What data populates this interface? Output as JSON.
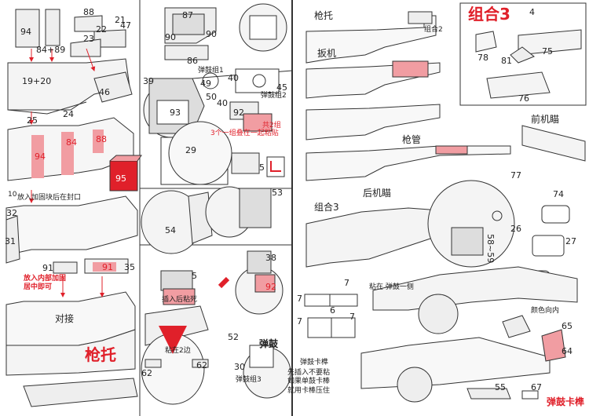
{
  "labels": {
    "p94": "94",
    "p84_89": "84+89",
    "p88": "88",
    "p21": "21",
    "p23": "23",
    "p22": "22",
    "p47": "47",
    "p19_20": "19+20",
    "p46": "46",
    "p25": "25",
    "p24": "24",
    "p94r": "94",
    "p84r": "84",
    "p88r": "88",
    "p95": "95",
    "note_fold_block": "放入加固块后在封口",
    "p32": "32",
    "p31": "31",
    "p91": "91",
    "p91r": "91",
    "p35": "35",
    "note_center_red": "放入内部加固\n居中即可",
    "note_join": "对接",
    "title_stock": "枪托",
    "p87": "87",
    "p90a": "90",
    "p90b": "90",
    "p86": "86",
    "p39": "39",
    "p93": "93",
    "p29": "29",
    "drum_group1": "弹鼓组1",
    "p49": "49",
    "p50": "50",
    "p40a": "40",
    "p40b": "40",
    "p45": "45",
    "drum_group2": "弹鼓组2",
    "p92a": "92",
    "total2": "共2组",
    "note_stack3": "3个一组叠在一起粘贴",
    "p5a": "5",
    "p54": "54",
    "p53": "53",
    "p5b": "5",
    "note_insert_tight": "插入后粘死",
    "p38": "38",
    "p92b": "92",
    "p52": "52",
    "title_drum": "弹鼓",
    "note_stick_sides": "粘在2边",
    "p62a": "62",
    "p62b": "62",
    "p30": "30",
    "drum_group3": "弹鼓组3",
    "label_stock": "枪托",
    "group2": "组合2",
    "label_trigger": "扳机",
    "label_barrel": "枪管",
    "label_rear_sight": "后机瞄",
    "label_group3": "组合3",
    "title_group3": "组合3",
    "p4": "4",
    "p78": "78",
    "p81": "81",
    "p75": "75",
    "p76": "76",
    "label_front_sight": "前机瞄",
    "p77": "77",
    "p26": "26",
    "p58_59": "58~59",
    "p74": "74",
    "p27": "27",
    "p7a": "7",
    "p7b": "7",
    "p6": "6",
    "p7c": "7",
    "p7d": "7",
    "note_stick_drum_side": "粘在  弹鼓一侧",
    "note_color_in": "颜色向内",
    "p65": "65",
    "p64": "64",
    "label_drum_latch": "弹鼓卡榫",
    "note_latch_detail": "先插入不要粘\n如果单鼓卡棒\n就用卡棒压住",
    "p55": "55",
    "p67": "67",
    "title_drum_latch": "弹鼓卡榫"
  },
  "colors": {
    "accent_red": "#e0202a",
    "highlight_pink": "#f19da2",
    "line": "#333333",
    "panel_grey": "#d9d9d9"
  }
}
